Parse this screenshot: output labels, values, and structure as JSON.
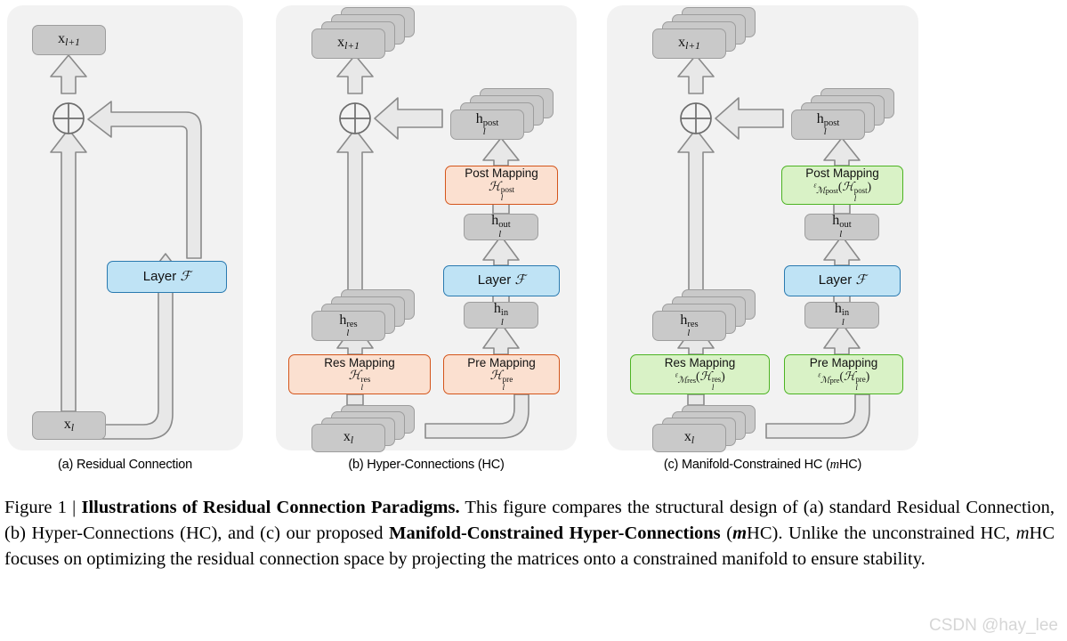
{
  "figure": {
    "panels": [
      {
        "id": "a",
        "subcaption_prefix": "(a) Residual Connection",
        "nodes": {
          "x_next": "x",
          "x_next_sub": "l+1",
          "x_in": "x",
          "x_in_sub": "l",
          "layer": "Layer",
          "layer_sym": "ℱ",
          "merge": "⊕"
        }
      },
      {
        "id": "b",
        "subcaption_prefix": "(b) Hyper-Connections (HC)",
        "nodes": {
          "x_next": "x",
          "x_next_sub": "l+1",
          "x_in": "x",
          "x_in_sub": "l",
          "h_post": "h",
          "h_post_sup": "post",
          "h_post_sub": "l",
          "h_out": "h",
          "h_out_sup": "out",
          "h_out_sub": "l",
          "h_in": "h",
          "h_in_sup": "in",
          "h_in_sub": "l",
          "h_res": "h",
          "h_res_sup": "res",
          "h_res_sub": "l",
          "layer": "Layer",
          "layer_sym": "ℱ",
          "merge": "⊕",
          "post_mapping_title": "Post Mapping",
          "post_mapping_formula_H": "ℋ",
          "post_mapping_formula_sup": "post",
          "post_mapping_formula_sub": "l",
          "res_mapping_title": "Res Mapping",
          "res_mapping_formula_H": "ℋ",
          "res_mapping_formula_sup": "res",
          "res_mapping_formula_sub": "l",
          "pre_mapping_title": "Pre Mapping",
          "pre_mapping_formula_H": "ℋ",
          "pre_mapping_formula_sup": "pre",
          "pre_mapping_formula_sub": "l"
        }
      },
      {
        "id": "c",
        "subcaption_prefix": "(c) Manifold-Constrained HC (",
        "subcaption_italic": "m",
        "subcaption_suffix": "HC)",
        "nodes": {
          "x_next": "x",
          "x_next_sub": "l+1",
          "x_in": "x",
          "x_in_sub": "l",
          "h_post": "h",
          "h_post_sup": "post",
          "h_post_sub": "l",
          "h_out": "h",
          "h_out_sup": "out",
          "h_out_sub": "l",
          "h_in": "h",
          "h_in_sup": "in",
          "h_in_sub": "l",
          "h_res": "h",
          "h_res_sup": "res",
          "h_res_sub": "l",
          "layer": "Layer",
          "layer_sym": "ℱ",
          "merge": "⊕",
          "post_mapping_title": "Post Mapping",
          "post_P": "ᵋ",
          "post_M": "ℳ",
          "post_M_sup": "post",
          "post_H": "ℋ",
          "post_H_sup": "post",
          "post_H_sub": "l",
          "res_mapping_title": "Res Mapping",
          "res_P": "ᵋ",
          "res_M": "ℳ",
          "res_M_sup": "res",
          "res_H": "ℋ",
          "res_H_sup": "res",
          "res_H_sub": "l",
          "pre_mapping_title": "Pre Mapping",
          "pre_P": "ᵋ",
          "pre_M": "ℳ",
          "pre_M_sup": "pre",
          "pre_H": "ℋ",
          "pre_H_sup": "pre",
          "pre_H_sub": "l"
        }
      }
    ]
  },
  "caption": {
    "lead": "Figure 1 | ",
    "bold_title": "Illustrations of Residual Connection Paradigms.",
    "body1": " This figure compares the structural design of (a) standard Residual Connection, (b) Hyper-Connections (HC), and (c) our proposed ",
    "bold_term": "Manifold-Constrained Hyper-Connections",
    "mid": " (",
    "italic_m": "m",
    "mid2": "HC). Unlike the unconstrained HC, ",
    "italic_m2": "m",
    "body2": "HC focuses on optimizing the residual connection space by projecting the matrices onto a constrained manifold to ensure stability."
  },
  "watermark": "CSDN @hay_lee",
  "colors": {
    "panel_bg": "#f2f2f2",
    "gray_node": "#c9c9c9",
    "gray_border": "#9d9d9d",
    "blue_node": "#bfe3f5",
    "blue_border": "#2a7ab0",
    "orange_node": "#fbe0d0",
    "orange_border": "#d4551b",
    "green_node": "#d9f2c6",
    "green_border": "#4cb322",
    "arrow_fill": "#e8e8e8",
    "arrow_stroke": "#8a8a8a"
  }
}
